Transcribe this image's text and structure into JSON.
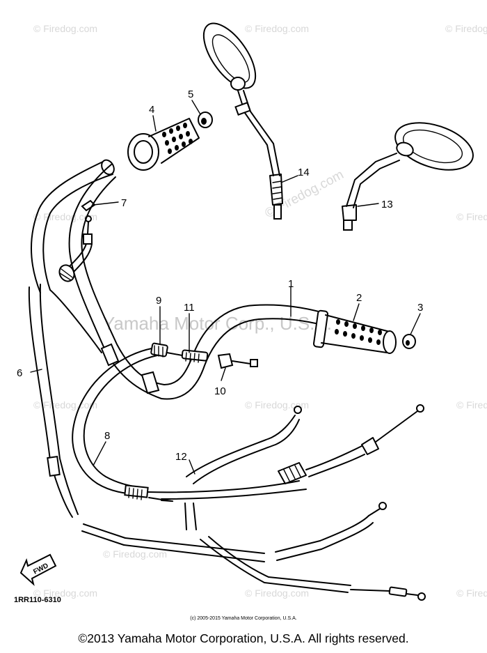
{
  "watermark_text": "© Firedog.com",
  "watermark_main": "Yamaha Motor Corp., U.S.A.",
  "watermark_diagonal": "© Firedog.com",
  "callouts": [
    "1",
    "2",
    "3",
    "4",
    "5",
    "6",
    "7",
    "8",
    "9",
    "10",
    "11",
    "12",
    "13",
    "14"
  ],
  "direction_label": "FWD",
  "diagram_code": "1RR110-6310",
  "copyright_small": "(c) 2005-2015 Yamaha Motor Corporation, U.S.A.",
  "copyright_large": "©2013 Yamaha Motor Corporation, U.S.A. All rights reserved."
}
